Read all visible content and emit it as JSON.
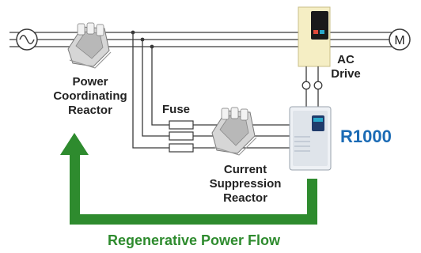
{
  "labels": {
    "power_reactor": [
      "Power",
      "Coordinating",
      "Reactor"
    ],
    "fuse": "Fuse",
    "ac_drive": [
      "AC",
      "Drive"
    ],
    "r1000": "R1000",
    "current_reactor": [
      "Current",
      "Suppression",
      "Reactor"
    ],
    "regen_flow": "Regenerative Power Flow",
    "motor_symbol": "M"
  },
  "colors": {
    "arrow": "#2e8b2e",
    "r1000_text": "#1b6bb5",
    "wire": "#3a3a3a",
    "drive_body": "#f5eec4",
    "drive_display": "#1a1a1a",
    "regen_text": "#2e8b2e"
  },
  "icons": [
    "ac-source-icon",
    "reactor-icon",
    "ac-drive-icon",
    "motor-icon",
    "fuse-icon",
    "r1000-unit-icon",
    "flow-arrow-icon"
  ]
}
